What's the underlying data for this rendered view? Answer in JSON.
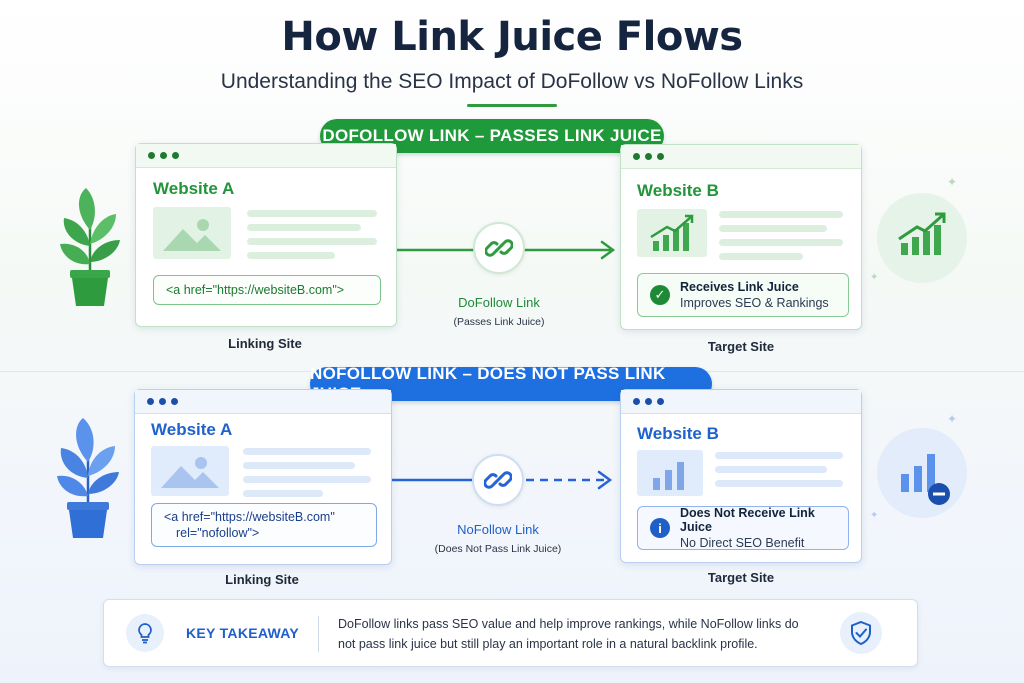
{
  "title": "How Link Juice Flows",
  "subtitle": "Understanding the SEO Impact of DoFollow vs NoFollow Links",
  "colors": {
    "green": "#1f9a3a",
    "blue": "#1e6fe0",
    "dark": "#15243f"
  },
  "dofollow": {
    "banner": "DOFOLLOW LINK – PASSES LINK JUICE",
    "source": {
      "title": "Website A",
      "code": "<a href=\"https://websiteB.com\">",
      "caption": "Linking Site"
    },
    "link": {
      "label": "DoFollow Link",
      "note": "(Passes Link Juice)",
      "icon": "chain-link-icon"
    },
    "target": {
      "title": "Website B",
      "status_title": "Receives Link Juice",
      "status_sub": "Improves SEO & Rankings",
      "status_icon": "check-circle-icon",
      "caption": "Target Site"
    },
    "side_icons": [
      "green-plant-icon",
      "growth-chart-icon"
    ]
  },
  "nofollow": {
    "banner": "NOFOLLOW LINK – DOES NOT PASS LINK JUICE",
    "source": {
      "title": "Website A",
      "code_line1": "<a href=\"https://websiteB.com\"",
      "code_line2": "rel=\"nofollow\">",
      "caption": "Linking Site"
    },
    "link": {
      "label": "NoFollow Link",
      "note": "(Does Not Pass Link Juice)",
      "icon": "chain-link-icon"
    },
    "target": {
      "title": "Website B",
      "status_title": "Does Not Receive Link Juice",
      "status_sub": "No Direct SEO Benefit",
      "status_icon": "info-circle-icon",
      "caption": "Target Site"
    },
    "side_icons": [
      "blue-plant-icon",
      "flat-chart-minus-icon"
    ]
  },
  "takeaway": {
    "label": "KEY TAKEAWAY",
    "text": "DoFollow links pass SEO value and help improve rankings, while NoFollow links do not pass link juice but still play an important role in a natural backlink profile.",
    "icons": [
      "lightbulb-icon",
      "shield-check-icon"
    ]
  }
}
